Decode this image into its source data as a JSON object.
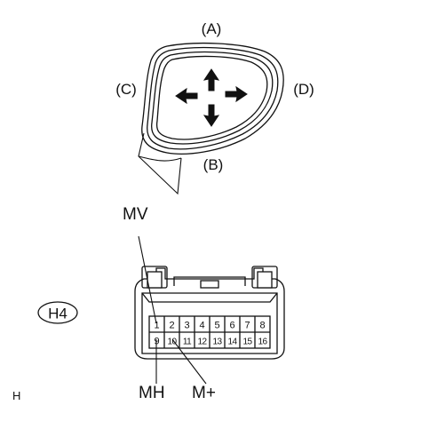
{
  "mirror": {
    "label_top": "(A)",
    "label_bottom": "(B)",
    "label_left": "(C)",
    "label_right": "(D)"
  },
  "connector": {
    "id_badge": "H4",
    "pins_top": [
      "1",
      "2",
      "3",
      "4",
      "5",
      "6",
      "7",
      "8"
    ],
    "pins_bottom": [
      "9",
      "10",
      "11",
      "12",
      "13",
      "14",
      "15",
      "16"
    ],
    "callout_mv": "MV",
    "callout_mh": "MH",
    "callout_mplus": "M+"
  },
  "corner_code": "H"
}
